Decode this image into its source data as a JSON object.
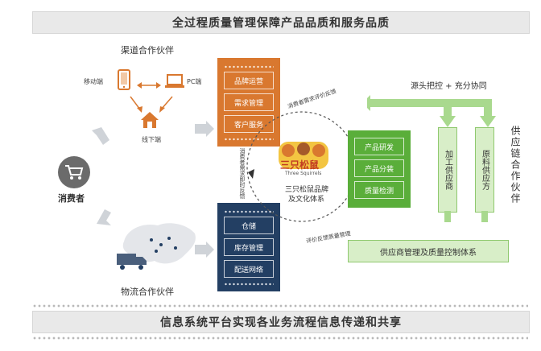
{
  "top_banner": "全过程质量管理保障产品品质和服务品质",
  "bottom_banner": "信息系统平台实现各业务流程信息传递和共享",
  "channel_partner": {
    "title": "渠道合作伙伴",
    "pc": "PC端",
    "mobile": "移动端",
    "offline": "线下端"
  },
  "consumer": "消费者",
  "logistics_partner": "物流合作伙伴",
  "orange_panel": [
    "品牌运营",
    "需求管理",
    "客户服务"
  ],
  "navy_panel": [
    "仓储",
    "库存管理",
    "配送网络"
  ],
  "green_panel": [
    "产品研发",
    "产品分装",
    "质量检测"
  ],
  "center": {
    "logo_text": "三只松鼠",
    "logo_sub": "Three Squirrels",
    "caption_line1": "三只松鼠品牌",
    "caption_line2": "及文化体系"
  },
  "arc_texts": {
    "top": "消费者需求评价反馈",
    "left": "消费者需求即时反馈",
    "bottom": "评价反馈质量管理"
  },
  "supply_chain": {
    "vertical_title": "供应链合作伙伴",
    "top_label": "源头把控 + 充分协同",
    "col_raw": "原料供应方",
    "col_processing": "加工供应商",
    "bottom_bar": "供应商管理及质量控制体系"
  },
  "icons": [
    "shopping-cart-icon",
    "house-icon",
    "laptop-icon",
    "phone-icon",
    "truck-icon",
    "map-icon",
    "squirrel-logo"
  ]
}
